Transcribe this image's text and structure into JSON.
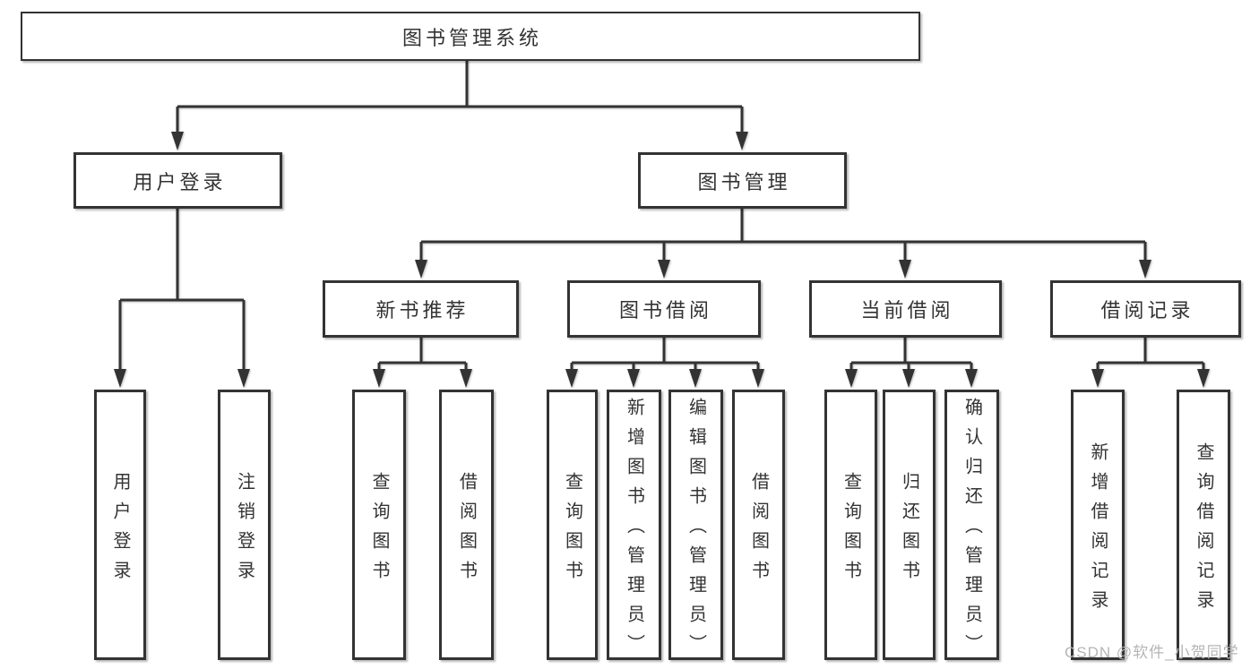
{
  "colors": {
    "line": "#333333",
    "box_border": "#333333",
    "text": "#333333",
    "watermark": "#b5b5b5"
  },
  "watermark": {
    "text": "CSDN @软件_小贺同学"
  },
  "tree": {
    "root": "图书管理系统",
    "branches": [
      {
        "label": "用户登录",
        "children": [
          "用户登录",
          "注销登录"
        ]
      },
      {
        "label": "图书管理",
        "children": [
          {
            "label": "新书推荐",
            "children": [
              "查询图书",
              "借阅图书"
            ]
          },
          {
            "label": "图书借阅",
            "children": [
              "查询图书",
              "新增图书（管理员）",
              "编辑图书（管理员）",
              "借阅图书"
            ]
          },
          {
            "label": "当前借阅",
            "children": [
              "查询图书",
              "归还图书",
              "确认归还（管理员）"
            ]
          },
          {
            "label": "借阅记录",
            "children": [
              "新增借阅记录",
              "查询借阅记录"
            ]
          }
        ]
      }
    ]
  }
}
